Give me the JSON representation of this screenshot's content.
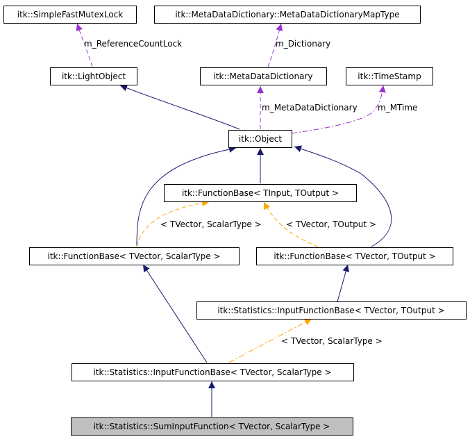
{
  "colors": {
    "inheritance": "#191970",
    "member": "#9a32cd",
    "template": "#ffa500",
    "selected_fill": "#bfbfbf"
  },
  "nodes": {
    "simple_fast_mutex_lock": "itk::SimpleFastMutexLock",
    "metadata_dictionary_map_type": "itk::MetaDataDictionary::MetaDataDictionaryMapType",
    "light_object": "itk::LightObject",
    "metadata_dictionary": "itk::MetaDataDictionary",
    "time_stamp": "itk::TimeStamp",
    "object": "itk::Object",
    "function_base_tinput_toutput": "itk::FunctionBase< TInput, TOutput >",
    "function_base_tvector_scalartype": "itk::FunctionBase< TVector, ScalarType >",
    "function_base_tvector_toutput": "itk::FunctionBase< TVector, TOutput >",
    "input_function_base_tvector_toutput": "itk::Statistics::InputFunctionBase< TVector, TOutput >",
    "input_function_base_tvector_scalartype": "itk::Statistics::InputFunctionBase< TVector, ScalarType >",
    "sum_input_function": "itk::Statistics::SumInputFunction< TVector, ScalarType >"
  },
  "edge_labels": {
    "reference_count_lock": "m_ReferenceCountLock",
    "dictionary": "m_Dictionary",
    "metadata_dictionary": "m_MetaDataDictionary",
    "mtime": "m_MTime",
    "template_tvector_scalartype_left": "< TVector, ScalarType >",
    "template_tvector_toutput": "< TVector, TOutput >",
    "template_tvector_scalartype_lower": "< TVector, ScalarType >"
  }
}
